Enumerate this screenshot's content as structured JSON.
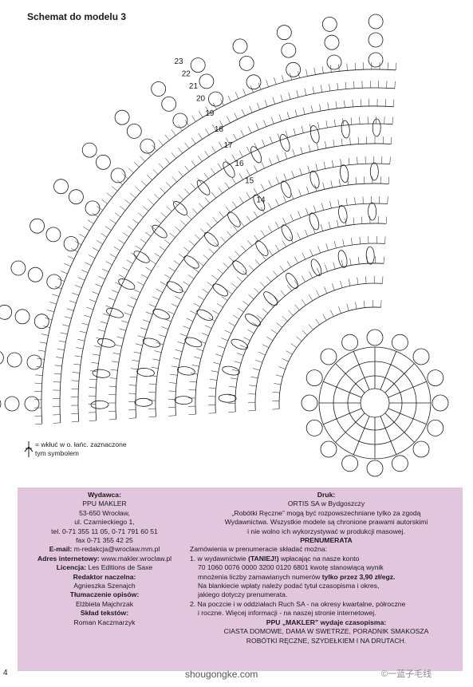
{
  "page": {
    "title": "Schemat do modelu 3",
    "page_number": "4",
    "site": "shougongke.com",
    "watermark": "©一蓝子毛线"
  },
  "diagram": {
    "row_numbers": [
      "14",
      "15",
      "16",
      "17",
      "18",
      "19",
      "20",
      "21",
      "22",
      "23"
    ]
  },
  "legend": {
    "line1": "= wkłuć w o. łańc. zaznaczone",
    "line2": "tym symbolem"
  },
  "colors": {
    "panel": "#e2c6de",
    "ink": "#1a1a1a"
  },
  "left": {
    "wydawca_h": "Wydawca:",
    "wyd1": "PPU MAKLER",
    "wyd2": "53-650 Wrocław,",
    "wyd3": "ul. Czarnieckiego 1,",
    "wyd4": "tel. 0-71 355 11 05, 0-71 791 60 51",
    "wyd5": "fax 0-71 355 42 25",
    "email_label": "E-mail:",
    "email": "m-redakcja@wroclaw.mm.pl",
    "www_label": "Adres internetowy:",
    "www": "www.makler.wroclaw.pl",
    "lic_label": "Licencja:",
    "lic": "Les Editions de Saxe",
    "red_h": "Redaktor naczelna:",
    "red": "Agnieszka Szenajch",
    "tl_h": "Tłumaczenie opisów:",
    "tl": "Elżbieta Majchrzak",
    "sk_h": "Skład tekstów:",
    "sk": "Roman Kaczmarzyk"
  },
  "right": {
    "druk_h": "Druk:",
    "druk1": "ORTIS SA w Bydgoszczy",
    "druk2": "„Robótki Ręczne” mogą być rozpowszechniane tylko za zgodą",
    "druk3": "Wydawnictwa. Wszystkie modele są chronione prawami autorskimi",
    "druk4": "i nie wolno ich wykorzystywać w produkcji masowej.",
    "pren_h": "PRENUMERATA",
    "p1": "Zamówienia w prenumeracie składać można:",
    "p2a": "1. w wydawnictwie ",
    "p2b": "(TANIEJ!)",
    "p2c": " wpłacając na nasze konto",
    "p3": "70 1060 0076 0000 3200 0120 6801 kwotę stanowiącą wynik",
    "p4a": "mnożenia liczby zamawianych numerów ",
    "p4b": "tylko przez 3,90 zł/egz.",
    "p5": "Na blankiecie wpłaty należy podać tytuł czasopisma i okres,",
    "p6": "jakiego dotyczy prenumerata.",
    "p7": "2. Na poczcie i w oddziałach Ruch SA - na okresy kwartalne, półroczne",
    "p8": "i roczne. Więcej informacji - na naszej stronie internetowej.",
    "ppu_h": "PPU „MAKLER” wydaje czasopisma:",
    "ppu1": "CIASTA DOMOWE, DAMA W SWETRZE, PORADNIK SMAKOSZA",
    "ppu2": "ROBÓTKI RĘCZNE, SZYDEŁKIEM I NA DRUTACH."
  }
}
